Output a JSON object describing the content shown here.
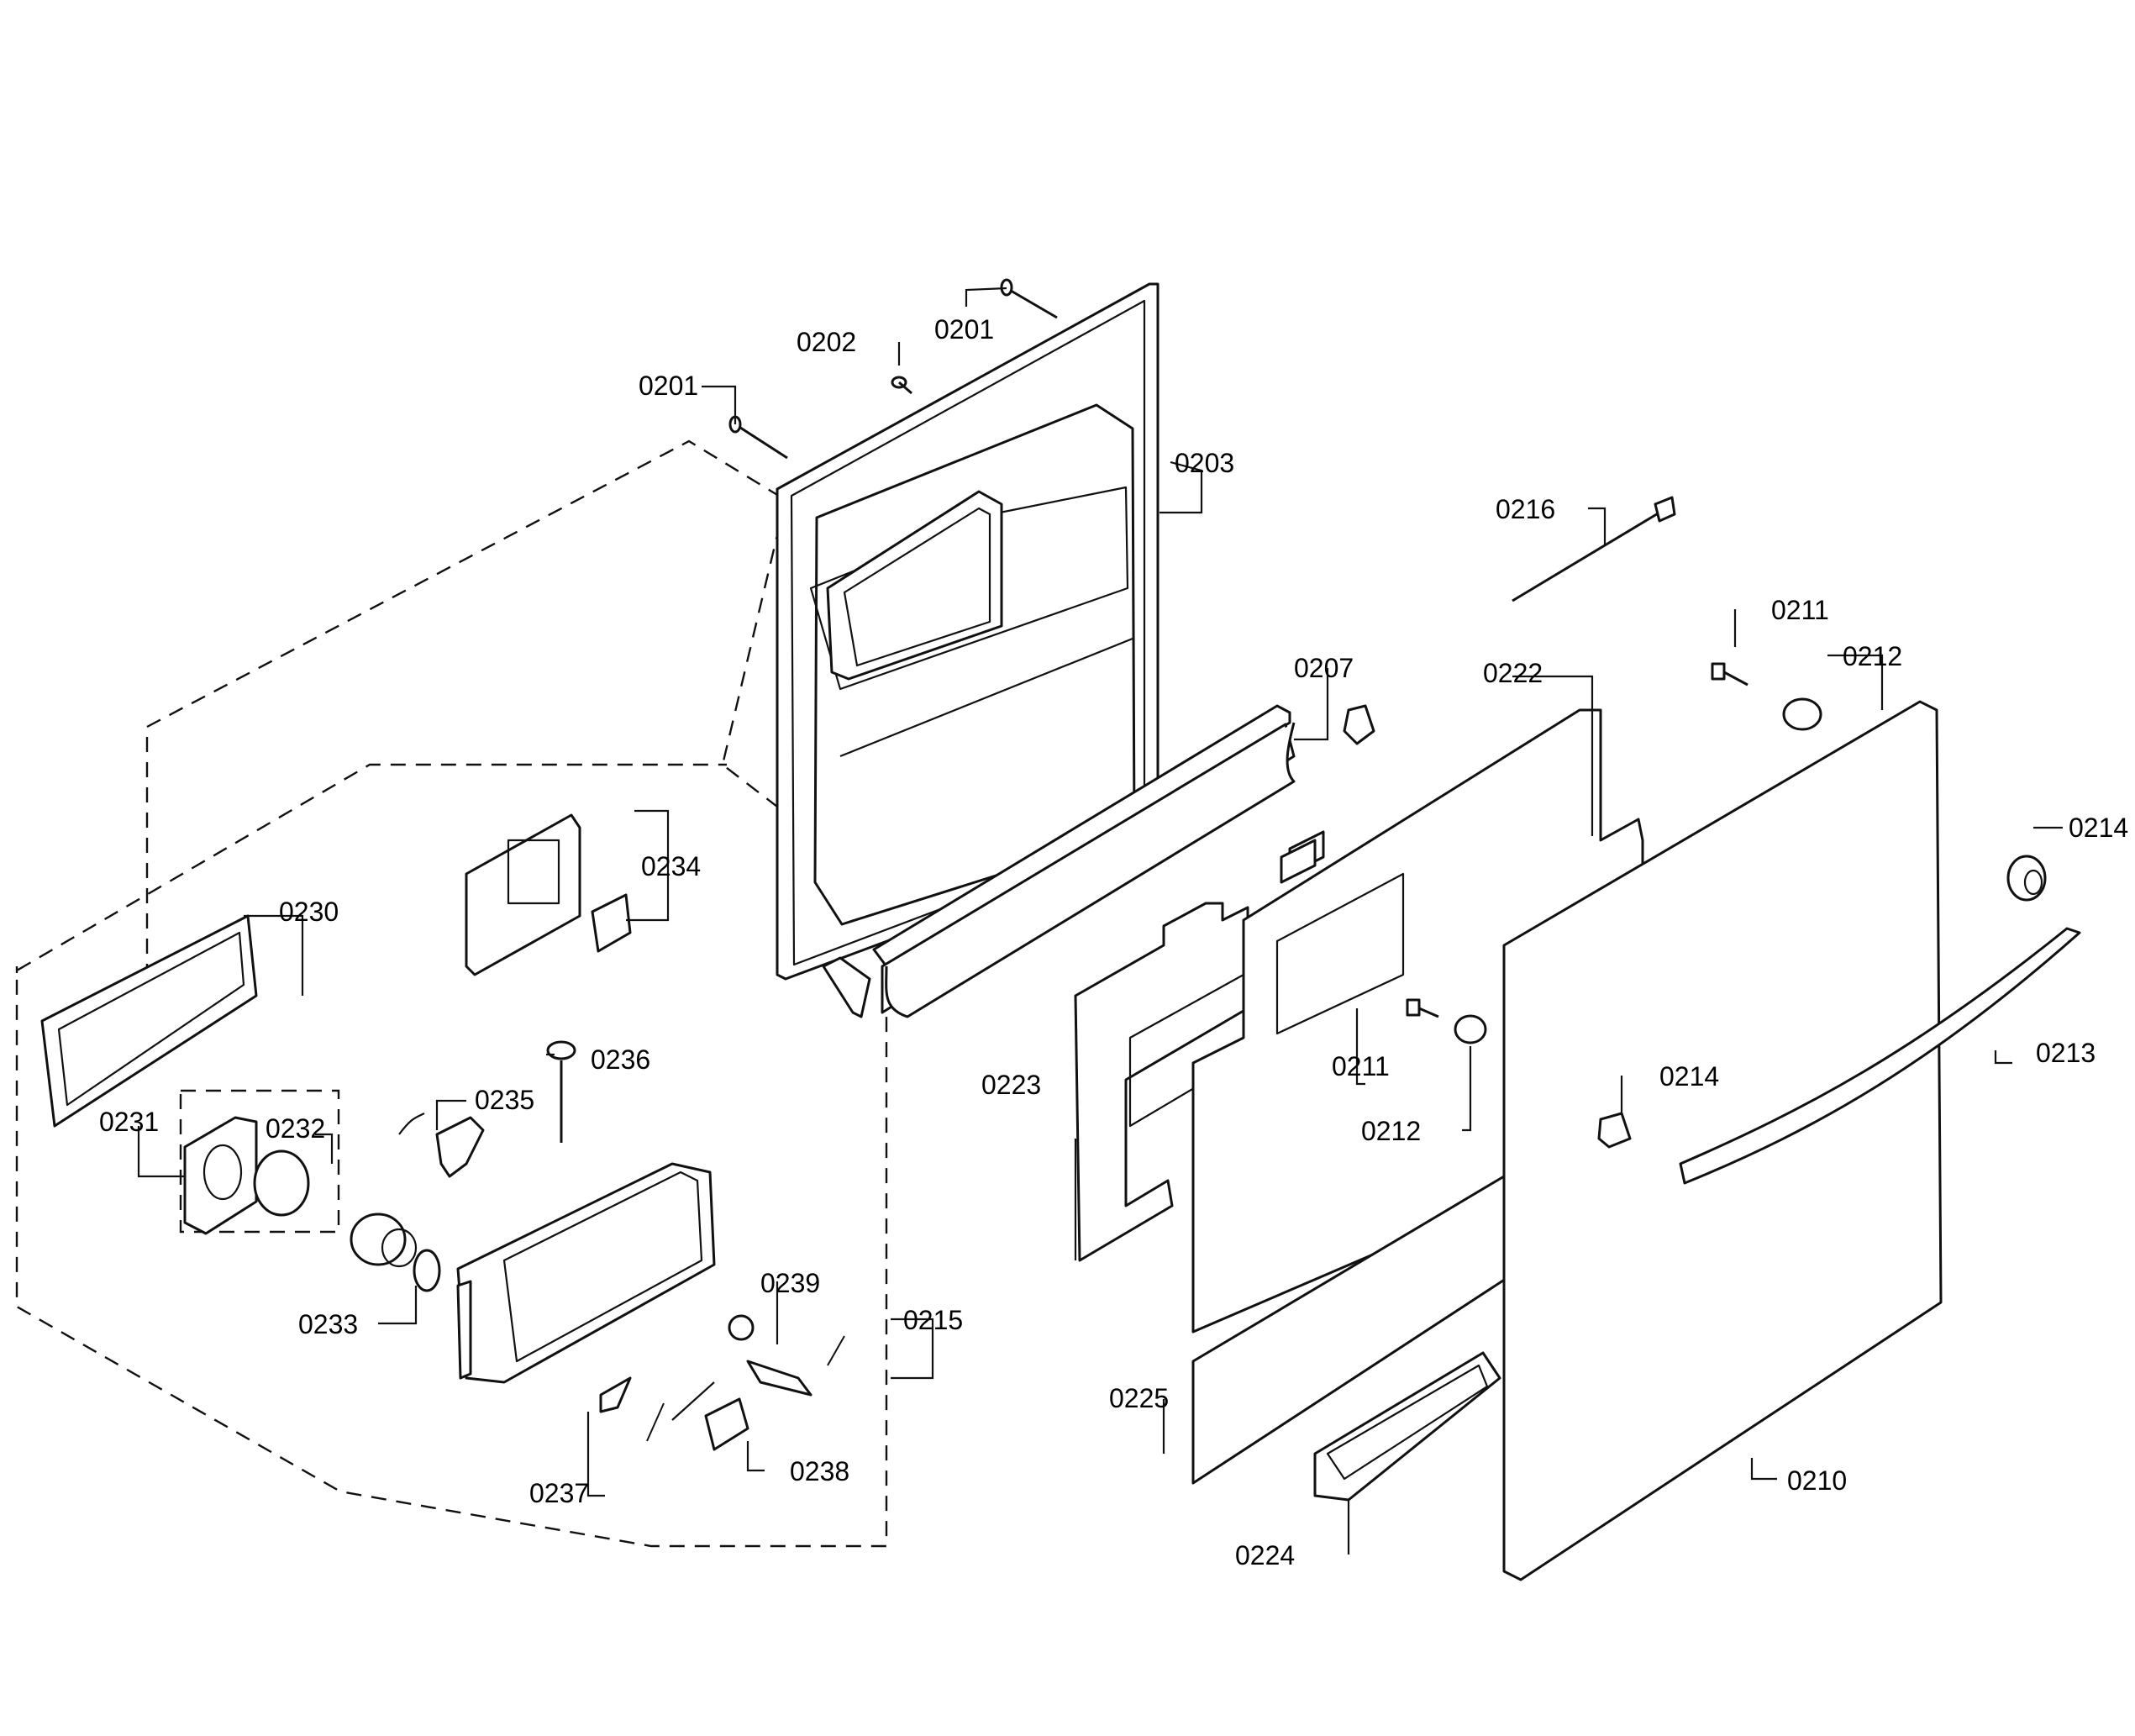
{
  "callouts": {
    "c0201a": "0201",
    "c0201b": "0201",
    "c0202": "0202",
    "c0203": "0203",
    "c0207": "0207",
    "c0210": "0210",
    "c0211a": "0211",
    "c0211b": "0211",
    "c0212a": "0212",
    "c0212b": "0212",
    "c0213": "0213",
    "c0214a": "0214",
    "c0214b": "0214",
    "c0215": "0215",
    "c0216": "0216",
    "c0222": "0222",
    "c0223": "0223",
    "c0224": "0224",
    "c0225": "0225",
    "c0230": "0230",
    "c0231": "0231",
    "c0232": "0232",
    "c0233": "0233",
    "c0234": "0234",
    "c0235": "0235",
    "c0236": "0236",
    "c0237": "0237",
    "c0238": "0238",
    "c0239": "0239"
  },
  "colors": {
    "line": "#111111",
    "background": "#ffffff"
  }
}
